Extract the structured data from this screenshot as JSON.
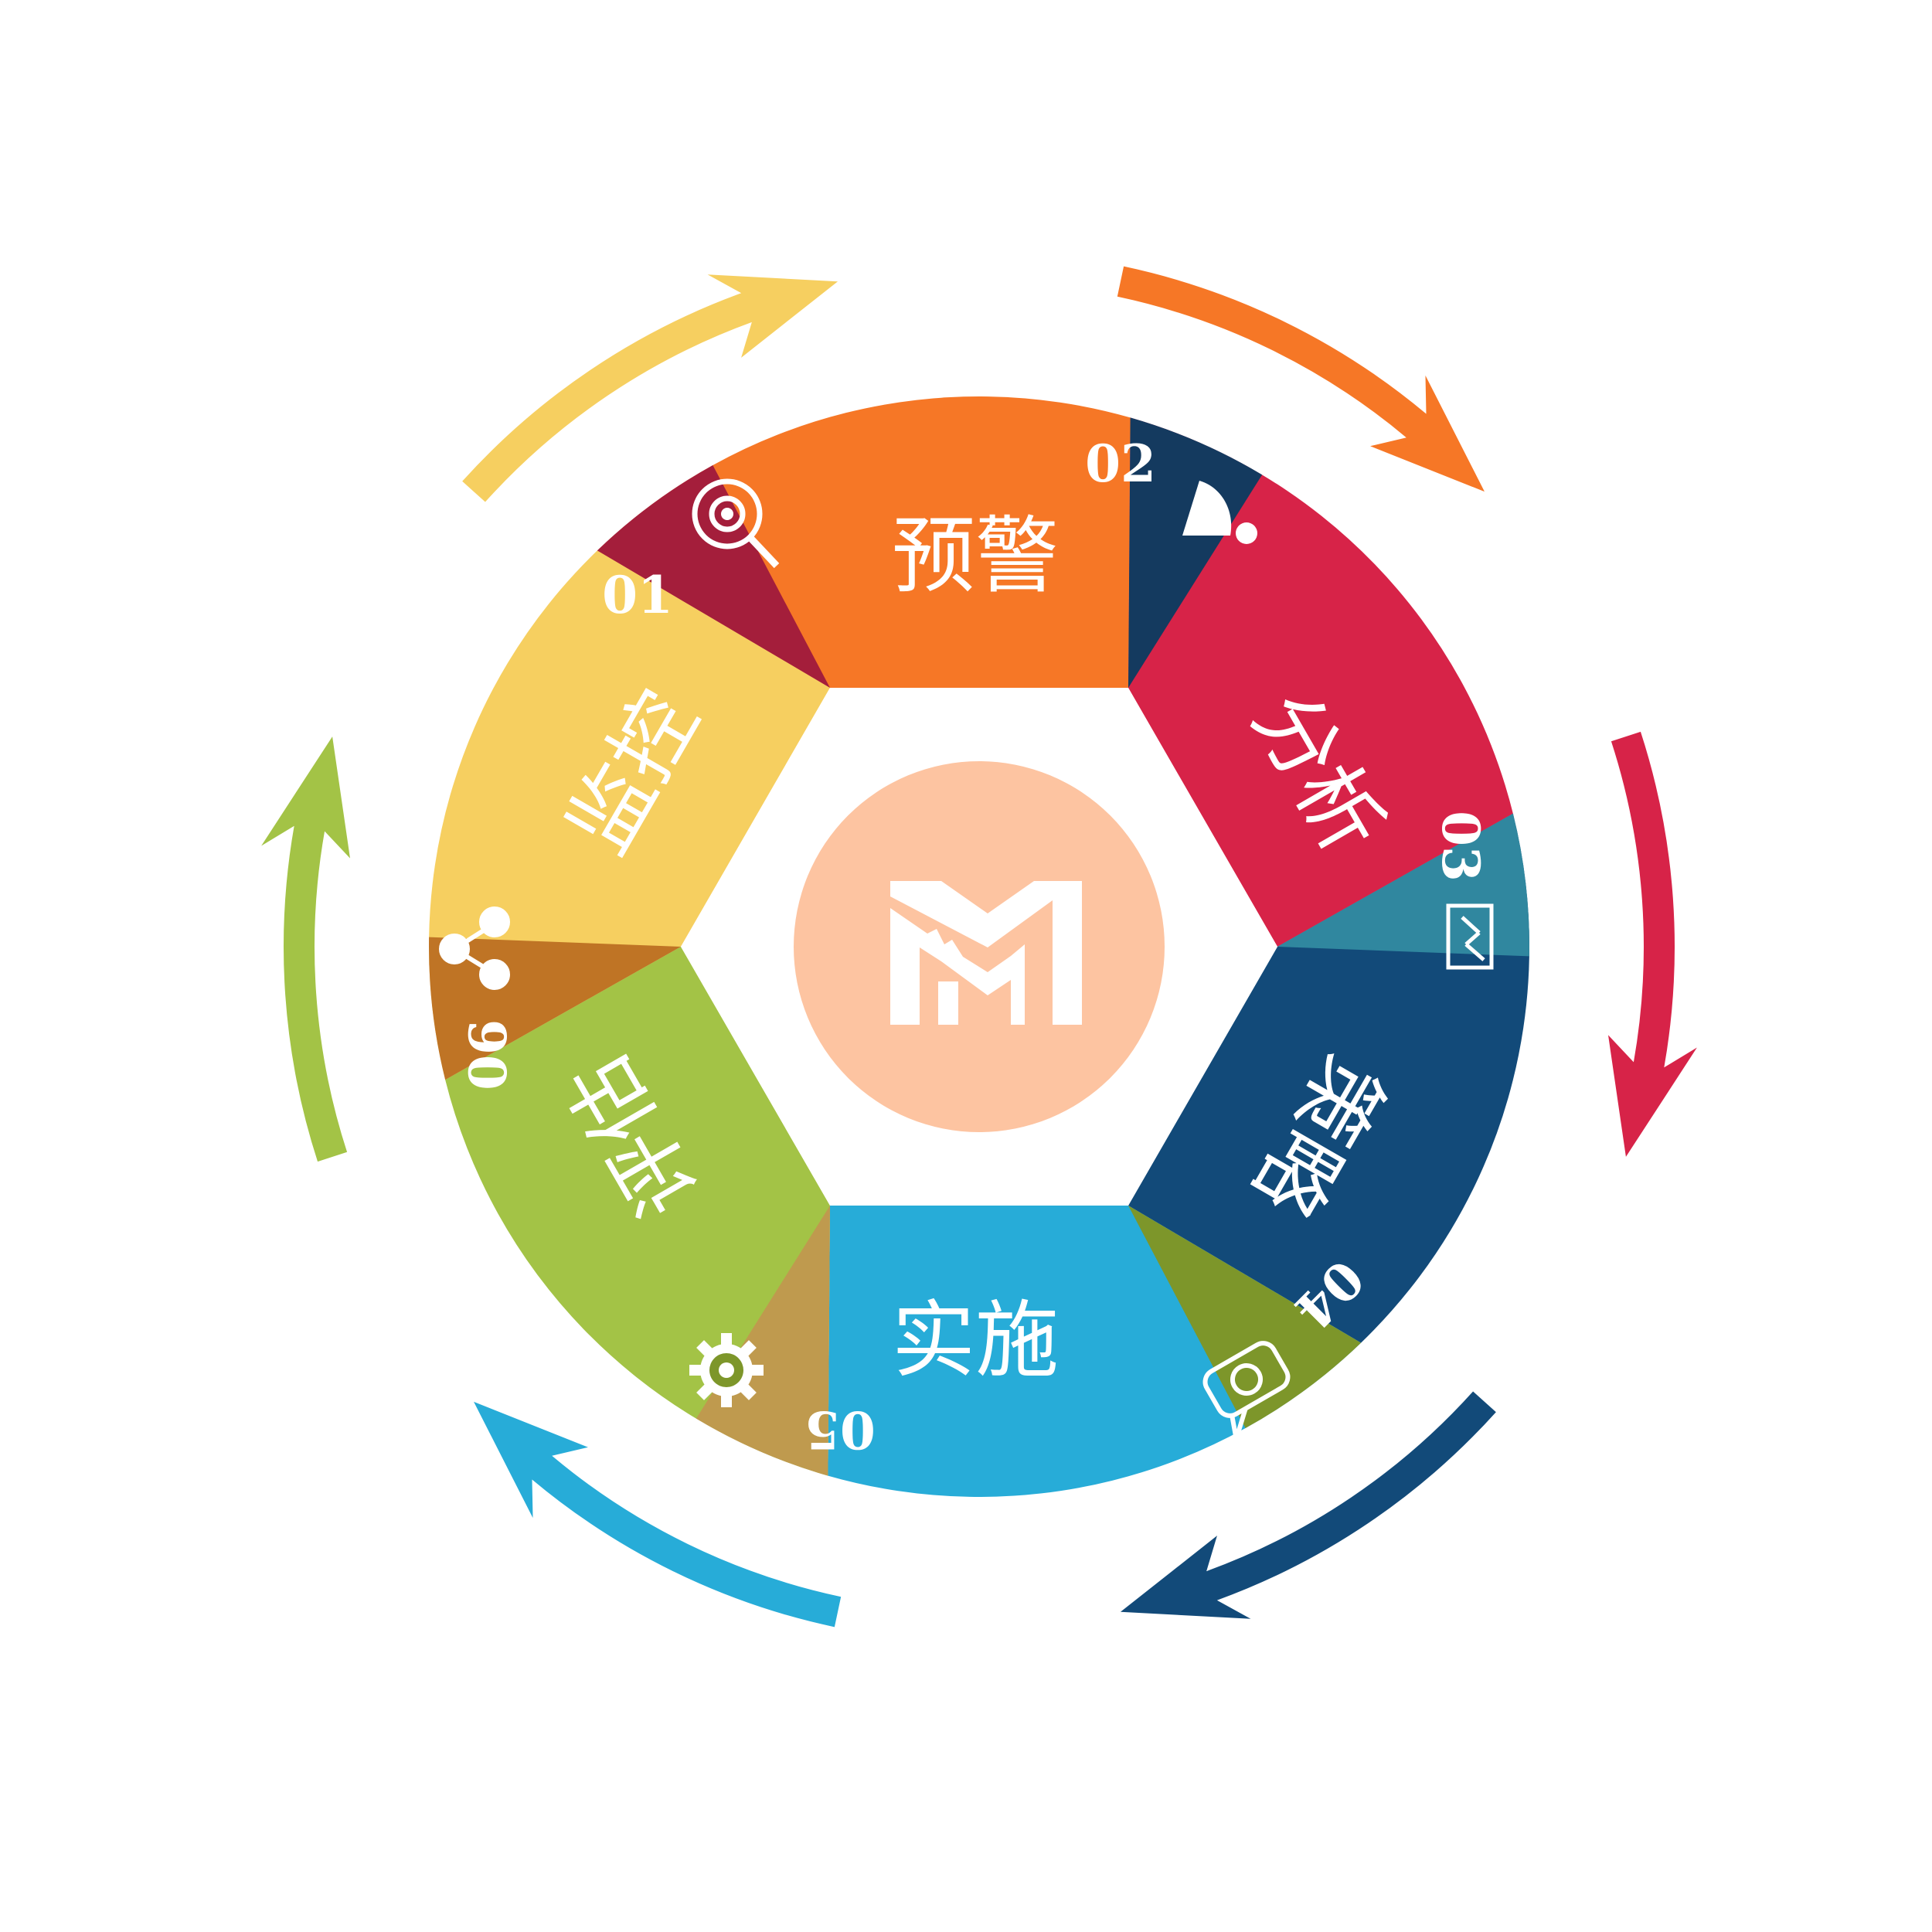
{
  "center": {
    "logo_letter": "M",
    "logo_color": "#fdc4a1"
  },
  "segments": [
    {
      "number": "01",
      "label": "监控",
      "color": "#f6cf60",
      "accent": "#bf7425",
      "icon": "magnifier-icon"
    },
    {
      "number": "02",
      "label": "预警",
      "color": "#f67726",
      "accent": "#a41e3b",
      "icon": "person-icon"
    },
    {
      "number": "03",
      "label": "分析",
      "color": "#d72348",
      "accent": "#143a5f",
      "icon": "bar-chart-icon"
    },
    {
      "number": "04",
      "label": "策略",
      "color": "#124a79",
      "accent": "#30879f",
      "icon": "money-bubble-icon"
    },
    {
      "number": "05",
      "label": "实施",
      "color": "#27acd8",
      "accent": "#7d962a",
      "icon": "gear-icon"
    },
    {
      "number": "06",
      "label": "评估",
      "color": "#a3c346",
      "accent": "#bf9a4e",
      "icon": "share-icon"
    }
  ],
  "arrow_colors": [
    "#f67726",
    "#d72348",
    "#124a79",
    "#27acd8",
    "#a3c346",
    "#f6cf60"
  ]
}
